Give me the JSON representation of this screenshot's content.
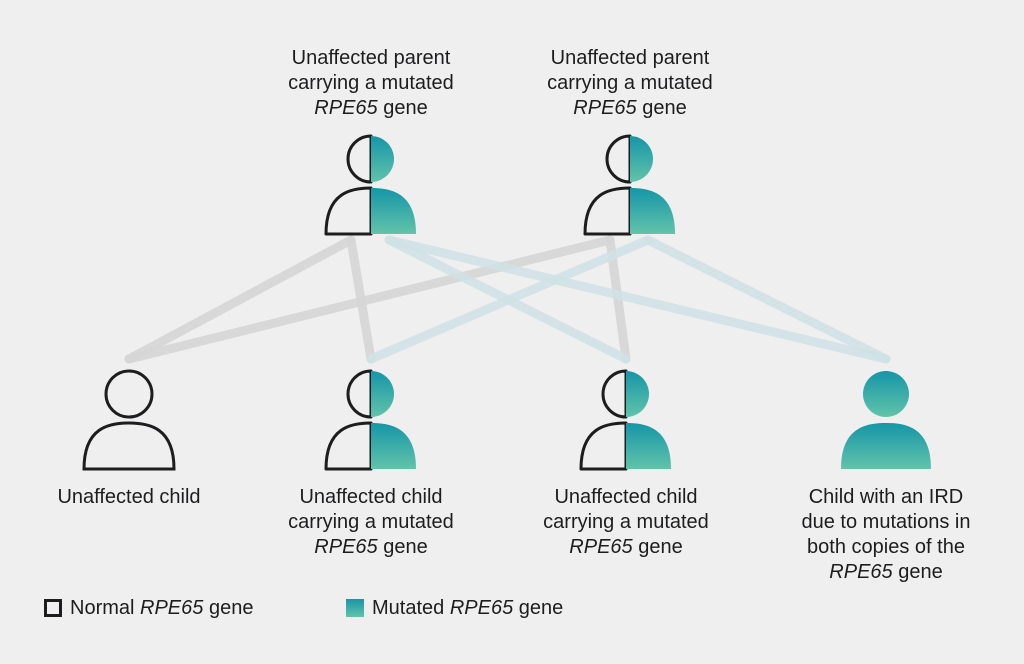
{
  "colors": {
    "background": "#efefef",
    "outline": "#1d1d1f",
    "mutated_top": "#1596a8",
    "mutated_bottom": "#62c3a9",
    "line_normal": "#d6d6d6",
    "line_mutated": "#cfe2e6"
  },
  "nodes": [
    {
      "id": "parent-1",
      "type": "half",
      "lines": [
        [
          "Unaffected parent"
        ],
        [
          "carrying a mutated"
        ],
        [
          "~RPE65",
          " gene"
        ]
      ]
    },
    {
      "id": "parent-2",
      "type": "half",
      "lines": [
        [
          "Unaffected parent"
        ],
        [
          "carrying a mutated"
        ],
        [
          "~RPE65",
          " gene"
        ]
      ]
    },
    {
      "id": "child-1",
      "type": "normal",
      "lines": [
        [
          "Unaffected child"
        ]
      ]
    },
    {
      "id": "child-2",
      "type": "half",
      "lines": [
        [
          "Unaffected child"
        ],
        [
          "carrying a mutated"
        ],
        [
          "~RPE65",
          " gene"
        ]
      ]
    },
    {
      "id": "child-3",
      "type": "half",
      "lines": [
        [
          "Unaffected child"
        ],
        [
          "carrying a mutated"
        ],
        [
          "~RPE65",
          " gene"
        ]
      ]
    },
    {
      "id": "child-4",
      "type": "full",
      "lines": [
        [
          "Child with an IRD"
        ],
        [
          "due to mutations in"
        ],
        [
          "both copies of the"
        ],
        [
          "~RPE65",
          " gene"
        ]
      ]
    }
  ],
  "edges": [
    {
      "from": "parent-1",
      "fromSide": "normal",
      "to": "child-1",
      "kind": "normal"
    },
    {
      "from": "parent-1",
      "fromSide": "normal",
      "to": "child-2",
      "kind": "normal"
    },
    {
      "from": "parent-2",
      "fromSide": "normal",
      "to": "child-1",
      "kind": "normal"
    },
    {
      "from": "parent-2",
      "fromSide": "normal",
      "to": "child-3",
      "kind": "normal"
    },
    {
      "from": "parent-1",
      "fromSide": "mutated",
      "to": "child-3",
      "kind": "mutated"
    },
    {
      "from": "parent-1",
      "fromSide": "mutated",
      "to": "child-4",
      "kind": "mutated"
    },
    {
      "from": "parent-2",
      "fromSide": "mutated",
      "to": "child-2",
      "kind": "mutated"
    },
    {
      "from": "parent-2",
      "fromSide": "mutated",
      "to": "child-4",
      "kind": "mutated"
    }
  ],
  "legend": {
    "normal": {
      "prefix": "Normal ",
      "gene": "RPE65",
      "suffix": " gene"
    },
    "mutated": {
      "prefix": "Mutated ",
      "gene": "RPE65",
      "suffix": " gene"
    }
  }
}
